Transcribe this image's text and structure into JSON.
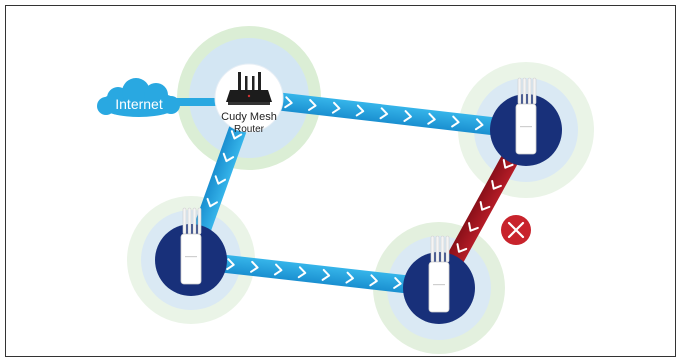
{
  "internet": {
    "label": "Internet"
  },
  "router": {
    "label_line1": "Cudy Mesh",
    "label_line2": "Router"
  },
  "colors": {
    "link_ok": "#20a7e0",
    "link_ok_dark": "#0f7fc0",
    "link_failed": "#a3151f",
    "link_failed_dark": "#7a0e16",
    "node_fill": "#18307a",
    "cloud": "#29a8e1",
    "failure_badge": "#c8232c",
    "halo_green": "#d9ecd3",
    "halo_blue": "#d6e6f2"
  },
  "nodes": [
    {
      "id": "router",
      "kind": "router-icon"
    },
    {
      "id": "ap-top-right",
      "kind": "access-point-icon"
    },
    {
      "id": "ap-bottom-left",
      "kind": "access-point-icon"
    },
    {
      "id": "ap-bottom-right",
      "kind": "access-point-icon"
    }
  ],
  "links": [
    {
      "from": "router",
      "to": "ap-top-right",
      "status": "ok"
    },
    {
      "from": "router",
      "to": "ap-bottom-left",
      "status": "ok"
    },
    {
      "from": "ap-bottom-left",
      "to": "ap-bottom-right",
      "status": "ok"
    },
    {
      "from": "ap-top-right",
      "to": "ap-bottom-right",
      "status": "failed"
    }
  ]
}
